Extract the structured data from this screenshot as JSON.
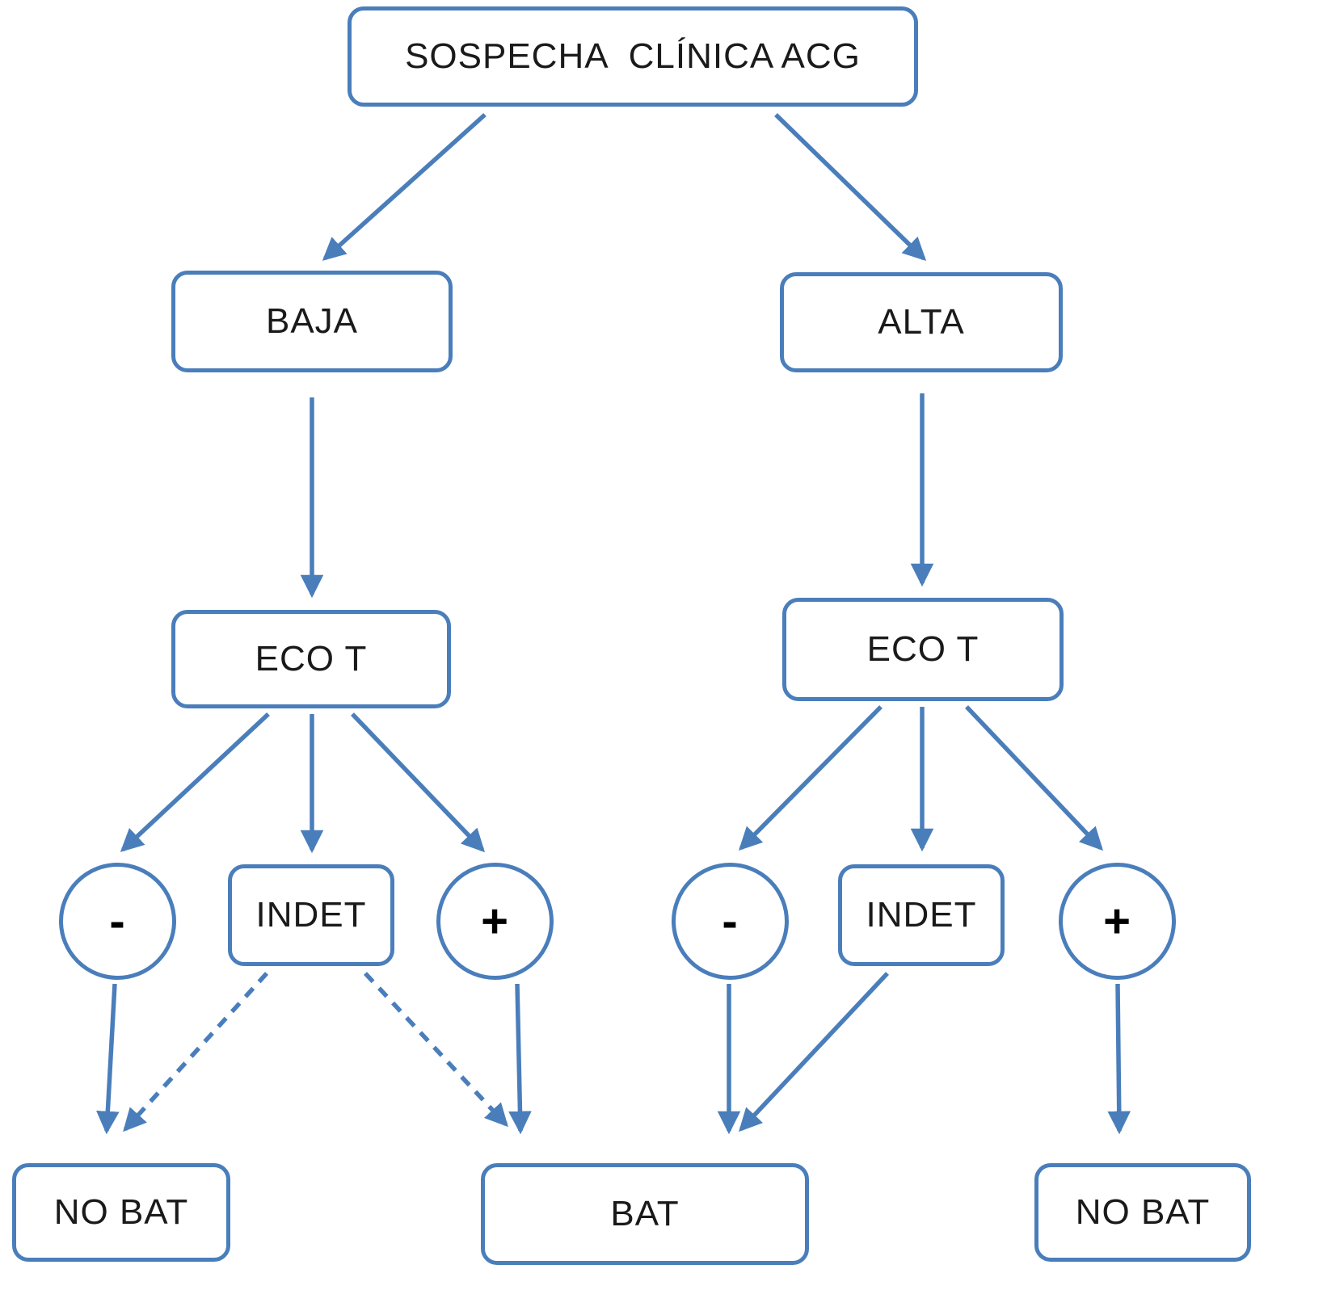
{
  "diagram": {
    "accent_color": "#4a7ebb",
    "text_color": "#1a1a1a",
    "nodes": {
      "root": {
        "label": "SOSPECHA  CLÍNICA ACG"
      },
      "baja": {
        "label": "BAJA"
      },
      "alta": {
        "label": "ALTA"
      },
      "eco_left": {
        "label": "ECO T"
      },
      "eco_right": {
        "label": "ECO T"
      },
      "neg_left": {
        "label": "-"
      },
      "indet_left": {
        "label": "INDET"
      },
      "pos_left": {
        "label": "+"
      },
      "neg_right": {
        "label": "-"
      },
      "indet_right": {
        "label": "INDET"
      },
      "pos_right": {
        "label": "+"
      },
      "no_bat_left": {
        "label": "NO BAT"
      },
      "bat": {
        "label": "BAT"
      },
      "no_bat_right": {
        "label": "NO BAT"
      }
    },
    "edges": [
      {
        "from": "root",
        "to": "baja",
        "style": "solid"
      },
      {
        "from": "root",
        "to": "alta",
        "style": "solid"
      },
      {
        "from": "baja",
        "to": "eco_left",
        "style": "solid"
      },
      {
        "from": "alta",
        "to": "eco_right",
        "style": "solid"
      },
      {
        "from": "eco_left",
        "to": "neg_left",
        "style": "solid"
      },
      {
        "from": "eco_left",
        "to": "indet_left",
        "style": "solid"
      },
      {
        "from": "eco_left",
        "to": "pos_left",
        "style": "solid"
      },
      {
        "from": "eco_right",
        "to": "neg_right",
        "style": "solid"
      },
      {
        "from": "eco_right",
        "to": "indet_right",
        "style": "solid"
      },
      {
        "from": "eco_right",
        "to": "pos_right",
        "style": "solid"
      },
      {
        "from": "neg_left",
        "to": "no_bat_left",
        "style": "solid"
      },
      {
        "from": "indet_left",
        "to": "no_bat_left",
        "style": "dashed"
      },
      {
        "from": "indet_left",
        "to": "bat",
        "style": "dashed"
      },
      {
        "from": "pos_left",
        "to": "bat",
        "style": "solid"
      },
      {
        "from": "neg_right",
        "to": "bat",
        "style": "solid"
      },
      {
        "from": "indet_right",
        "to": "bat",
        "style": "solid"
      },
      {
        "from": "pos_right",
        "to": "no_bat_right",
        "style": "solid"
      }
    ]
  }
}
